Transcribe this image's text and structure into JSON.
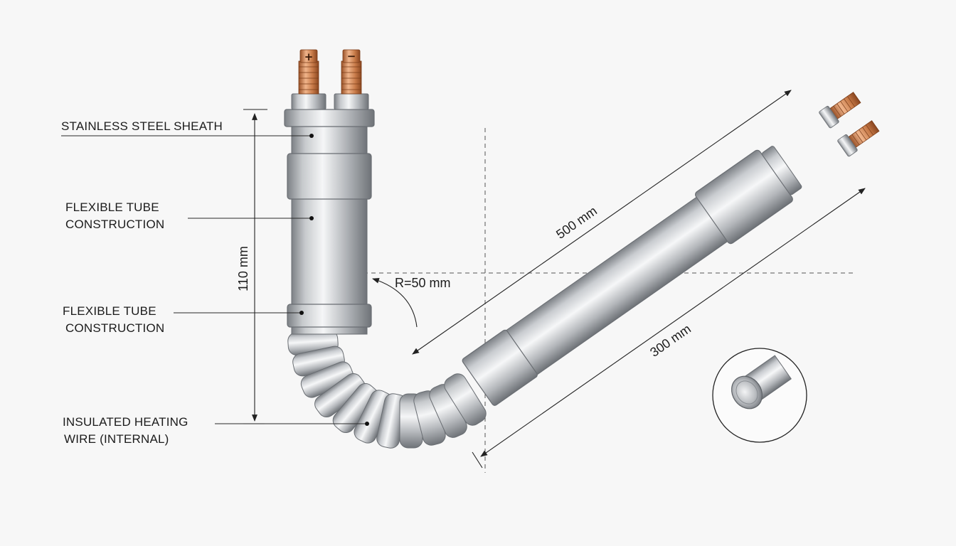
{
  "callouts": [
    {
      "text": "STAINLESS STEEL SHEATH"
    },
    {
      "text": "FLEXIBLE TUBE",
      "text2": "CONSTRUCTION"
    },
    {
      "text": "FLEXIBLE TUBE",
      "text2": "CONSTRUCTION"
    },
    {
      "text": "INSULATED HEATING",
      "text2": "WIRE (INTERNAL)"
    }
  ],
  "dimensions": {
    "height": "110 mm",
    "long_length": "500 mm",
    "short_length": "300 mm",
    "bend_radius": "R=50 mm"
  },
  "terminals": {
    "positive": "+",
    "negative": "−"
  },
  "colors": {
    "steel_light": "#f2f3f4",
    "steel_mid": "#b9bcc0",
    "steel_dark": "#7d8186",
    "copper_light": "#f0b48a",
    "copper_dark": "#9a5228",
    "line": "#222222"
  }
}
